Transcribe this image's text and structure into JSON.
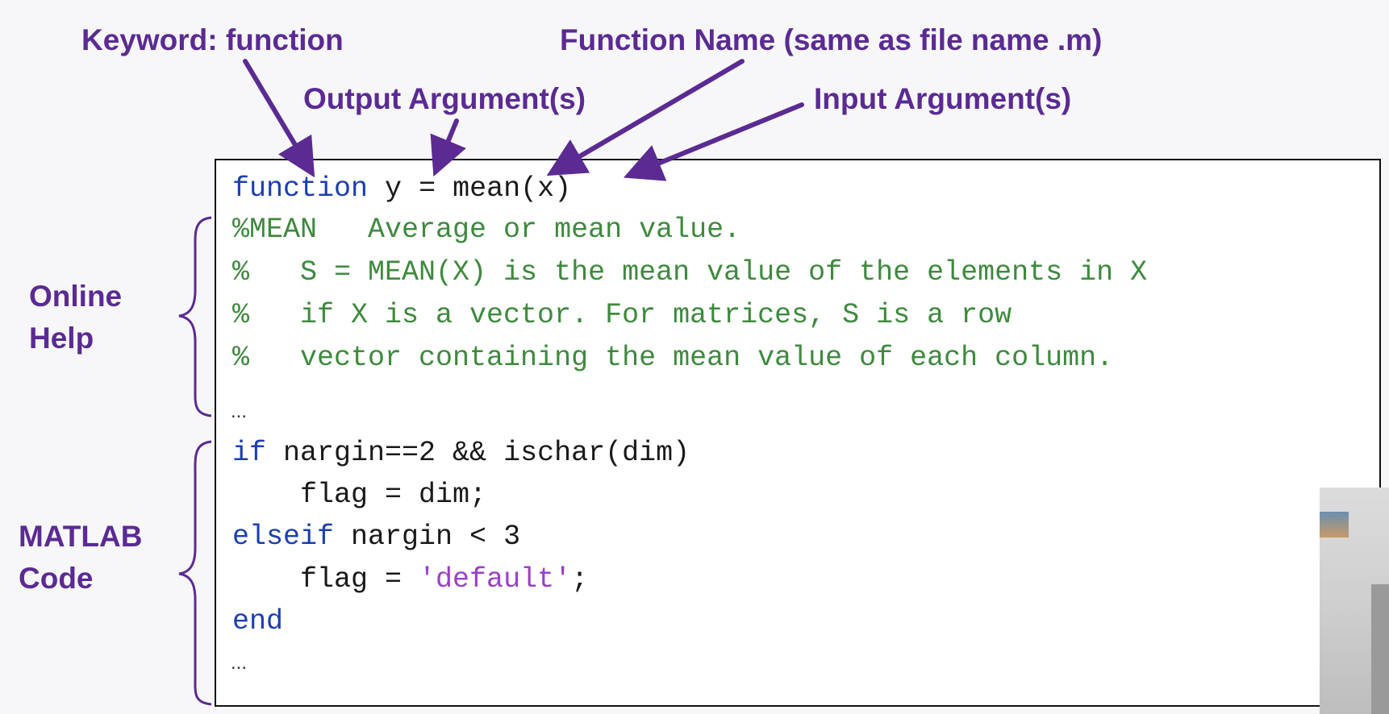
{
  "annotations": {
    "keyword": "Keyword: function",
    "function_name": "Function Name (same as file name .m)",
    "output_args": "Output Argument(s)",
    "input_args": "Input Argument(s)"
  },
  "sections": {
    "online_help": [
      "Online",
      "Help"
    ],
    "matlab_code": [
      "MATLAB",
      "Code"
    ]
  },
  "code": {
    "line1": {
      "keyword": "function",
      "output": "y",
      "equals": " = ",
      "name": "mean",
      "args": "(x)"
    },
    "help_lines": [
      "%MEAN   Average or mean value.",
      "%   S = MEAN(X) is the mean value of the elements in X",
      "%   if X is a vector. For matrices, S is a row",
      "%   vector containing the mean value of each column."
    ],
    "ellipsis": "...",
    "if_kw": "if",
    "if_rest": " nargin==2 && ischar(dim)",
    "flag1": "    flag = dim;",
    "elseif_kw": "elseif",
    "elseif_rest": " nargin < 3",
    "flag2_pre": "    flag = ",
    "flag2_str": "'default'",
    "flag2_post": ";",
    "end_kw": "end"
  },
  "colors": {
    "annotation": "#5b2a93",
    "keyword": "#1b3fb0",
    "comment": "#3d8a3d",
    "string": "#9b3fc8"
  }
}
